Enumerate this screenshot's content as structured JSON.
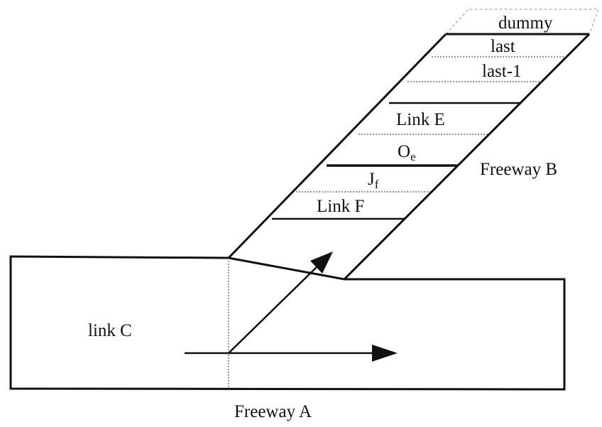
{
  "diagram": {
    "freeway_a_label": "Freeway A",
    "freeway_b_label": "Freeway B",
    "link_c_label": "link C",
    "segments": {
      "dummy": "dummy",
      "last": "last",
      "last_minus_1": "last-1",
      "link_e": "Link E",
      "o_e_base": "O",
      "o_e_sub": "e",
      "j_f_base": "J",
      "j_f_sub": "f",
      "link_f": "Link F"
    }
  },
  "colors": {
    "line": "#111111",
    "dotted": "#555555",
    "faint": "#aaaaaa"
  }
}
